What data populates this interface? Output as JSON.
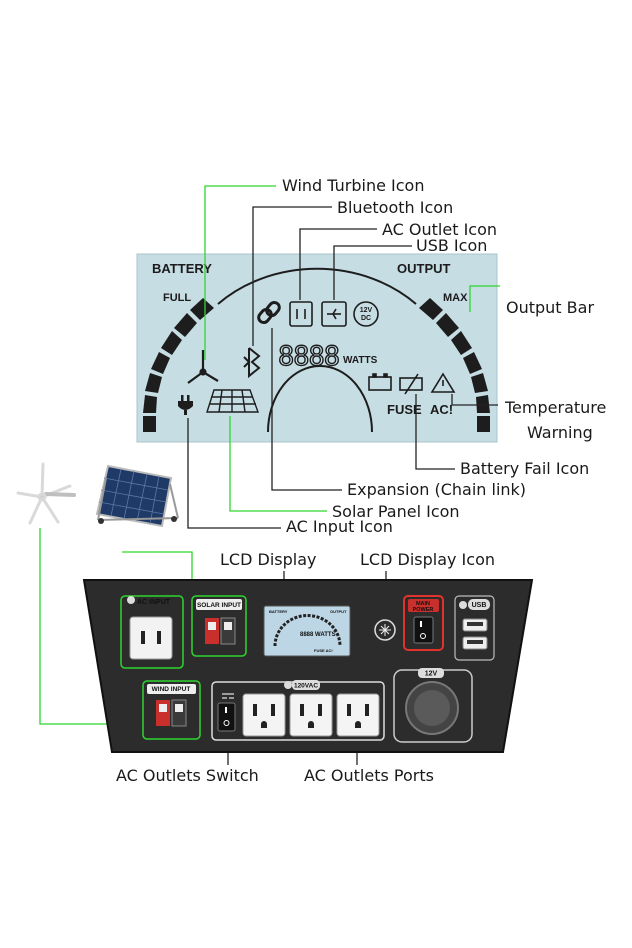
{
  "callouts": {
    "wind_turbine_icon": "Wind Turbine Icon",
    "bluetooth_icon": "Bluetooth Icon",
    "ac_outlet_icon": "AC Outlet Icon",
    "usb_icon": "USB Icon",
    "output_bar": "Output Bar",
    "temperature_warning_1": "Temperature",
    "temperature_warning_2": "Warning",
    "battery_fail_icon": "Battery Fail Icon",
    "expansion": "Expansion (Chain link)",
    "solar_panel_icon": "Solar Panel Icon",
    "ac_input_icon": "AC Input Icon",
    "lcd_display": "LCD Display",
    "lcd_display_icon": "LCD Display Icon",
    "ac_outlets_switch": "AC Outlets Switch",
    "ac_outlets_ports": "AC Outlets Ports"
  },
  "lcd": {
    "battery": "BATTERY",
    "output": "OUTPUT",
    "full": "FULL",
    "max": "MAX",
    "digits": "8888",
    "watts": "WATTS",
    "fuse": "FUSE",
    "ac": "AC!",
    "usb_dc": "12V",
    "usb_dc2": "DC"
  },
  "panel": {
    "ac_input": "AC INPUT",
    "solar_input": "SOLAR INPUT",
    "wind_input": "WIND INPUT",
    "main_power_1": "MAIN",
    "main_power_2": "POWER",
    "usb": "USB",
    "vac": "120VAC",
    "v12": "12V",
    "mini_battery": "BATTERY",
    "mini_output": "OUTPUT",
    "mini_digits": "8888 WATTS",
    "mini_fuse": "FUSE AC!"
  },
  "colors": {
    "lcd_bg": "#c6dde4",
    "leader": "#2ed52e",
    "panel_bg": "#2c2c2c",
    "highlight_red": "#e0332b"
  }
}
